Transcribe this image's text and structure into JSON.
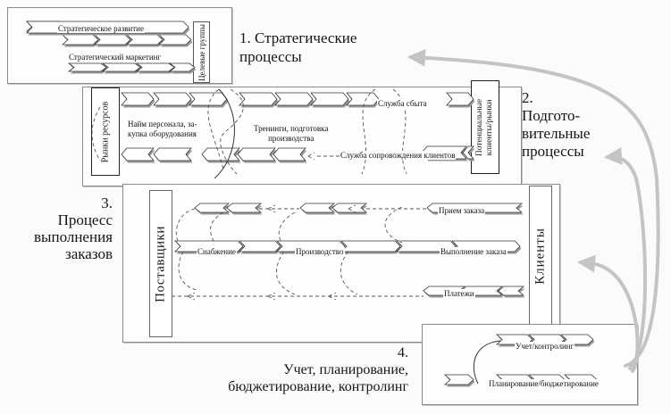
{
  "title_sections": {
    "strategic": {
      "number": "1.",
      "line1": "1. Стратегические",
      "line2": "процессы"
    },
    "preparatory": {
      "number": "2.",
      "line1": "Подгото-",
      "line2": "вительные",
      "line3": "процессы"
    },
    "order_fulfillment": {
      "number": "3.",
      "line1": "Процесс",
      "line2": "выполнения",
      "line3": "заказов"
    },
    "accounting": {
      "number": "4.",
      "line1": "Учет, планирование,",
      "line2": "бюджетирование, контролинг"
    }
  },
  "box1": {
    "row1": "Стратегическое развитие",
    "row2": "Стратегический маркетинг",
    "side": "Целевые группы"
  },
  "box2": {
    "left_side": "Рынки ресурсов",
    "right_side_line1": "Потенциальные",
    "right_side_line2": "клиенты/рынки",
    "hiring_line1": "Найм персонала, за-",
    "hiring_line2": "купка оборудования",
    "training_line1": "Тренинги, подготовка",
    "training_line2": "производства",
    "sales": "Служба сбыта",
    "support": "Служба сопровождения клиентов"
  },
  "box3": {
    "left_side": "Поставщики",
    "right_side": "Клиенты",
    "order_intake": "Прием заказа",
    "supply": "Снабжение",
    "production": "Производство",
    "fulfillment": "Выполнение заказа",
    "payments": "Платежи"
  },
  "box4": {
    "control": "Учет/контролинг",
    "planning": "Планирование/бюджетирование"
  },
  "colors": {
    "feedback_arrow": "#c4c4c6",
    "box_border": "#8a8a8a",
    "chevron_shadow": "#9a9a9a"
  }
}
